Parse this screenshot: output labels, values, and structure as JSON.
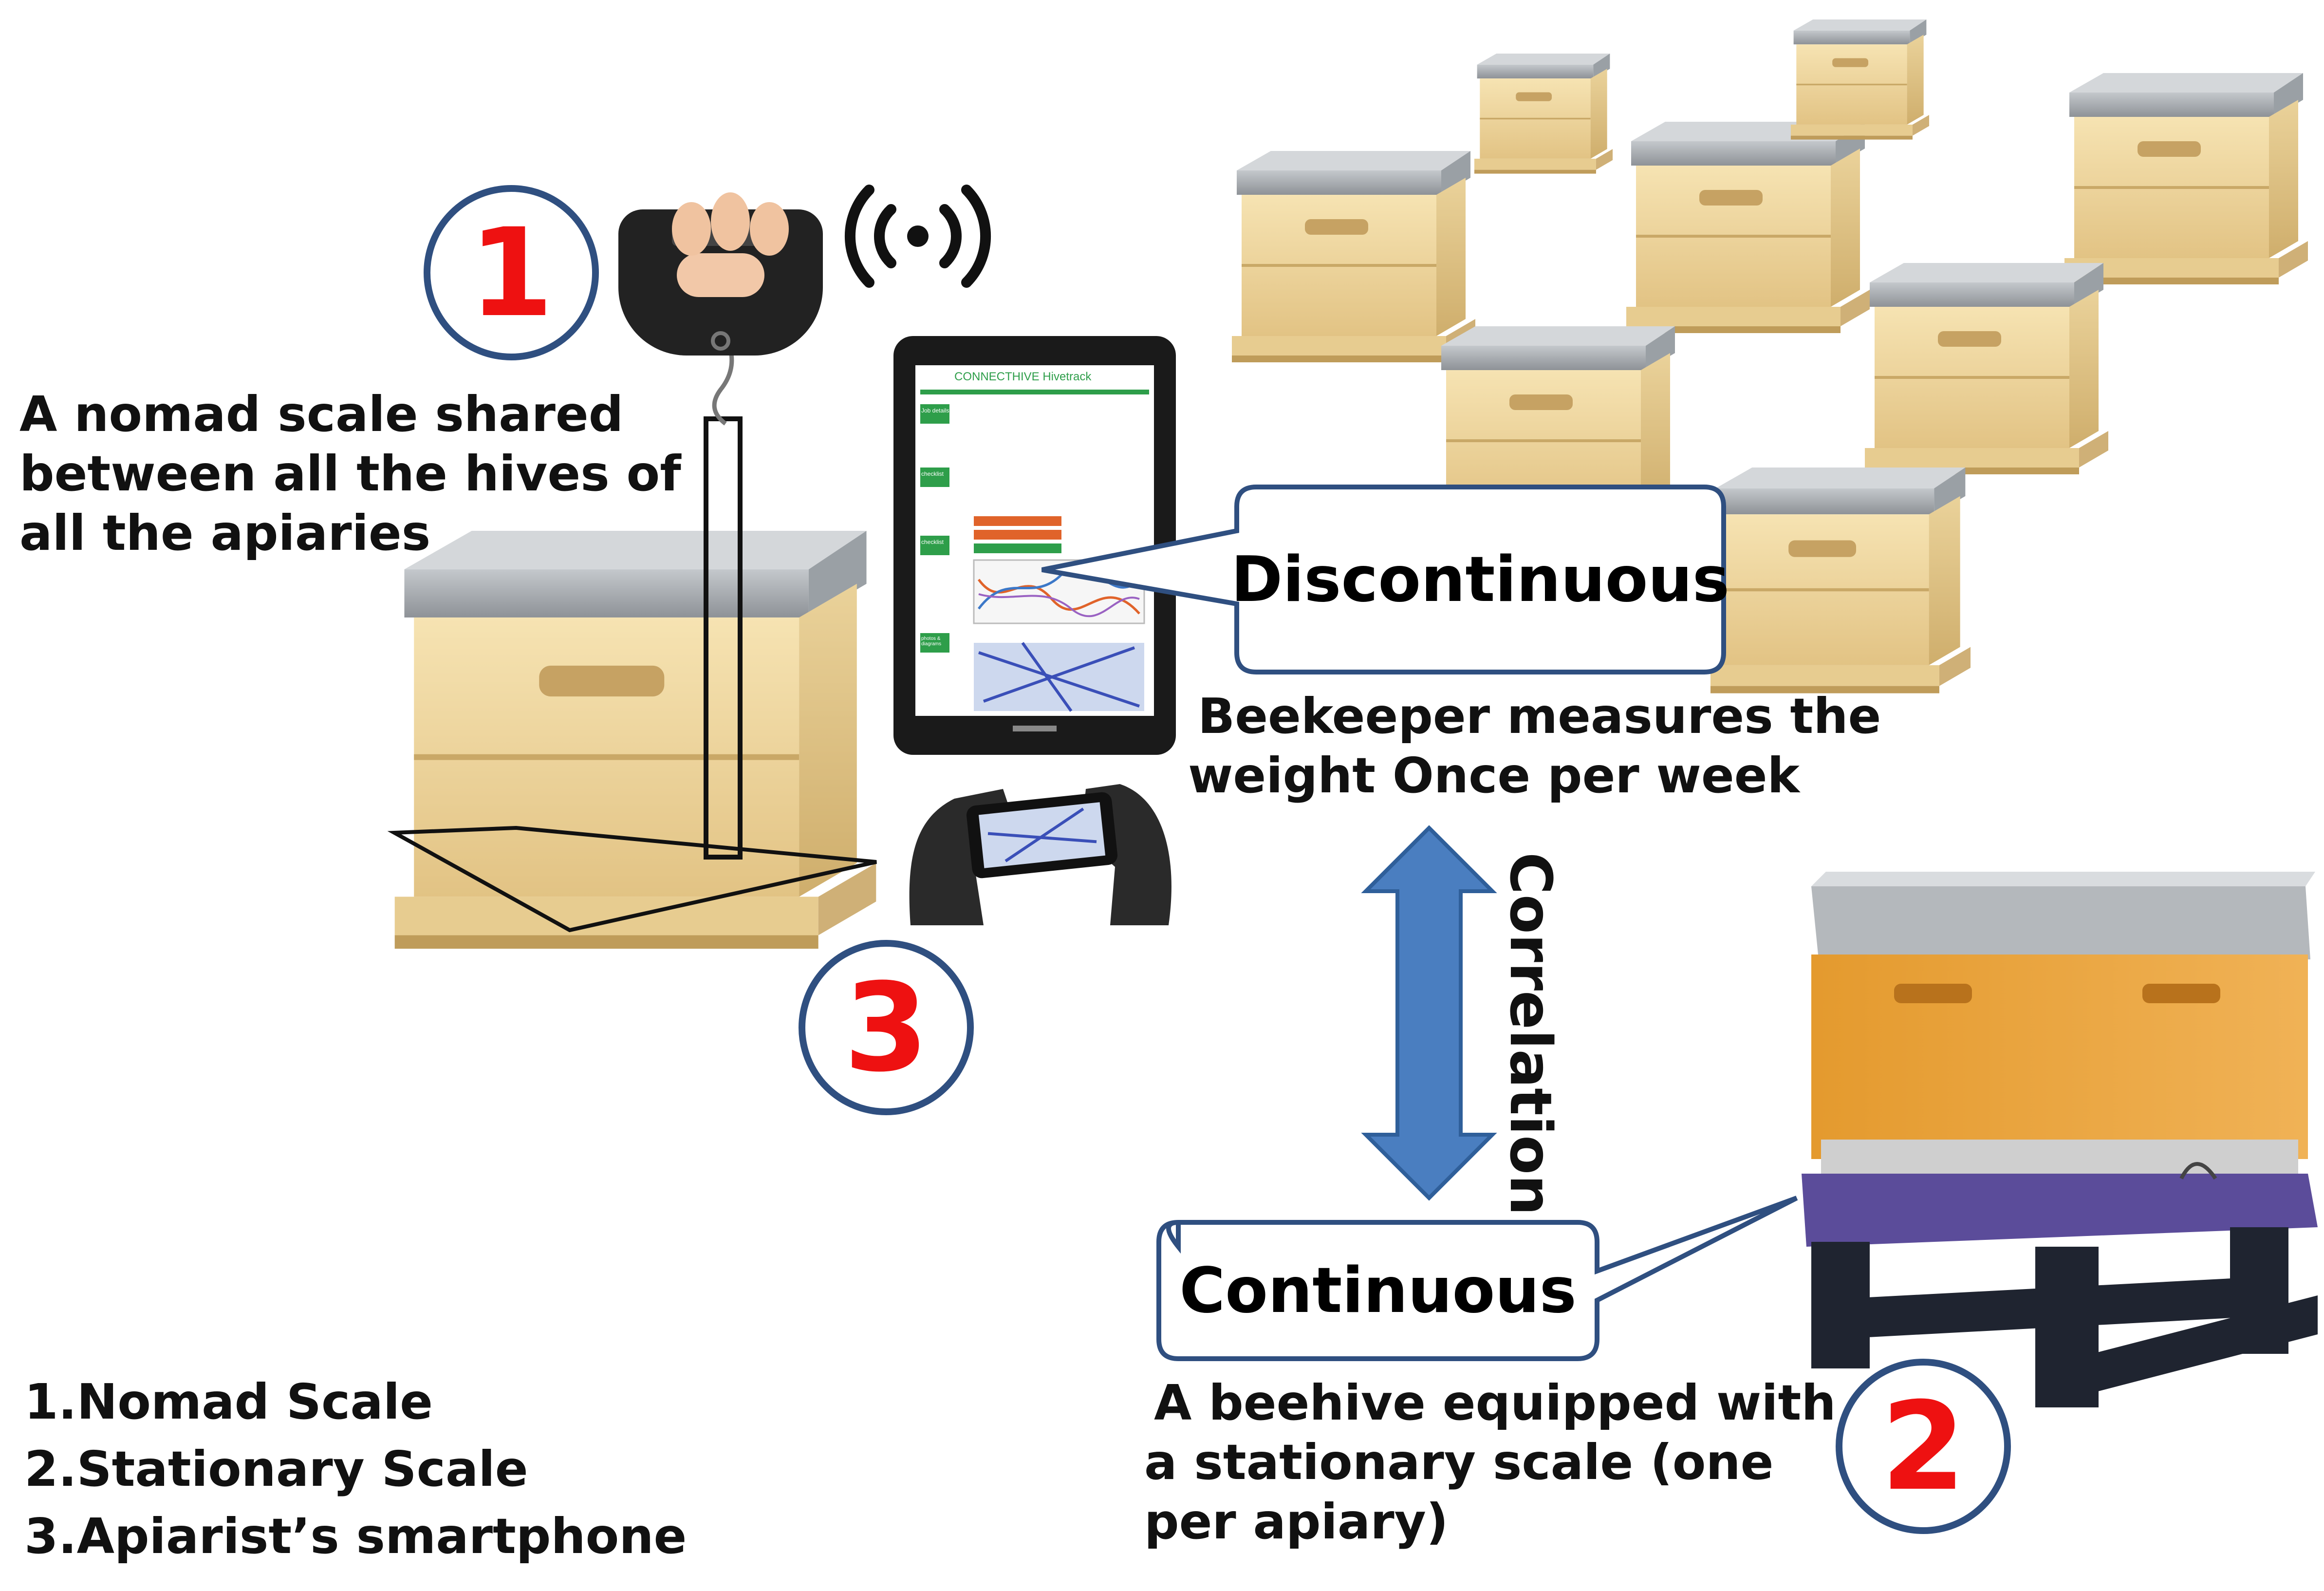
{
  "labels": {
    "nomad_description": [
      "A nomad scale shared",
      "between all the hives of",
      "all the apiaries"
    ],
    "weekly_measure": [
      "Beekeeper measures the",
      "weight Once per week"
    ],
    "stationary_description": [
      "A beehive equipped with",
      "a stationary scale (one",
      "per apiary)"
    ],
    "discontinuous": "Discontinuous",
    "continuous": "Continuous",
    "correlation": "Correlation"
  },
  "markers": {
    "one": "1",
    "two": "2",
    "three": "3"
  },
  "legend": [
    "1.Nomad Scale",
    "2.Stationary Scale",
    "3.Apiarist’s smartphone"
  ],
  "tablet": {
    "app_title": "CONNECTHIVE Hivetrack",
    "sections": [
      "Job details",
      "checklist",
      "checklist",
      "photos & diagrams"
    ]
  },
  "colors": {
    "circle_border": "#2f4f80",
    "number_red": "#ee1111",
    "arrow_blue": "#4a7ec0",
    "callout_border": "#2f4f80",
    "hive_wood": "#f0d9a0",
    "hive_roof": "#a9adb2",
    "orange_hive": "#e9a238",
    "purple_band": "#5b4c9a",
    "app_green": "#2e9e4a"
  }
}
